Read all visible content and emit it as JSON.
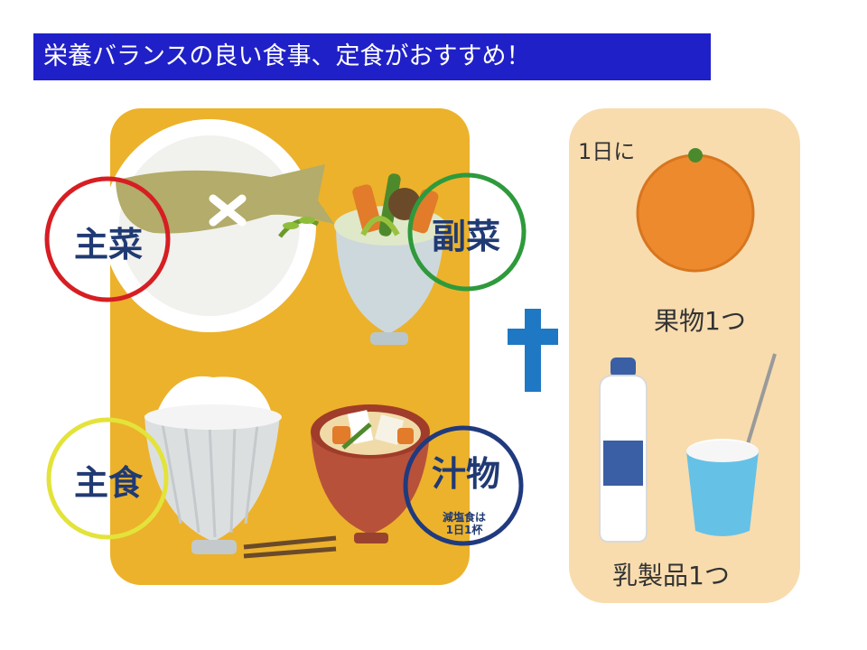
{
  "title": "栄養バランスの良い食事、定食がおすすめ！",
  "meal": {
    "main_dish": "主菜",
    "side_dish": "副菜",
    "staple": "主食",
    "soup": "汁物",
    "soup_note_line1": "減塩食は",
    "soup_note_line2": "1日1杯"
  },
  "daily": {
    "header": "1日に",
    "fruit": "果物1つ",
    "dairy": "乳製品1つ"
  },
  "colors": {
    "title_bg": "#2020c8",
    "tray": "#ecb22b",
    "daily_panel": "#f8dcae",
    "main_dish_circle": "#d61e23",
    "side_dish_circle": "#2e9a3c",
    "staple_circle": "#e3e33a",
    "soup_circle": "#203a7e",
    "plus": "#1f78c4"
  }
}
